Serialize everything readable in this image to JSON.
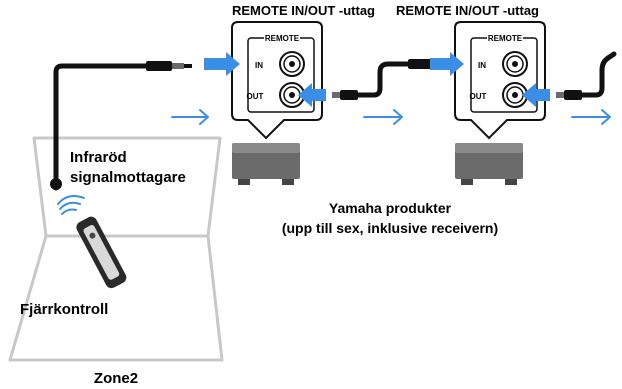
{
  "labels": {
    "port1_title": "REMOTE IN/OUT -uttag",
    "port2_title": "REMOTE IN/OUT -uttag",
    "port_box_title": "REMOTE",
    "jack_in": "IN",
    "jack_out": "OUT",
    "ir_receiver_line1": "Infraröd",
    "ir_receiver_line2": "signalmottagare",
    "products_line1": "Yamaha produkter",
    "products_line2": "(upp till sex, inklusive receivern)",
    "remote": "Fjärrkontroll",
    "zone": "Zone2"
  },
  "colors": {
    "signal_arrow": "#3a8ee6",
    "cable": "#111111",
    "device": "#6b6b6b",
    "room_outline": "#c8c8c8"
  },
  "icons": [
    "remote-control-icon",
    "ir-signal-waves-icon",
    "rca-jack-icon",
    "device-icon",
    "signal-arrow-icon"
  ]
}
